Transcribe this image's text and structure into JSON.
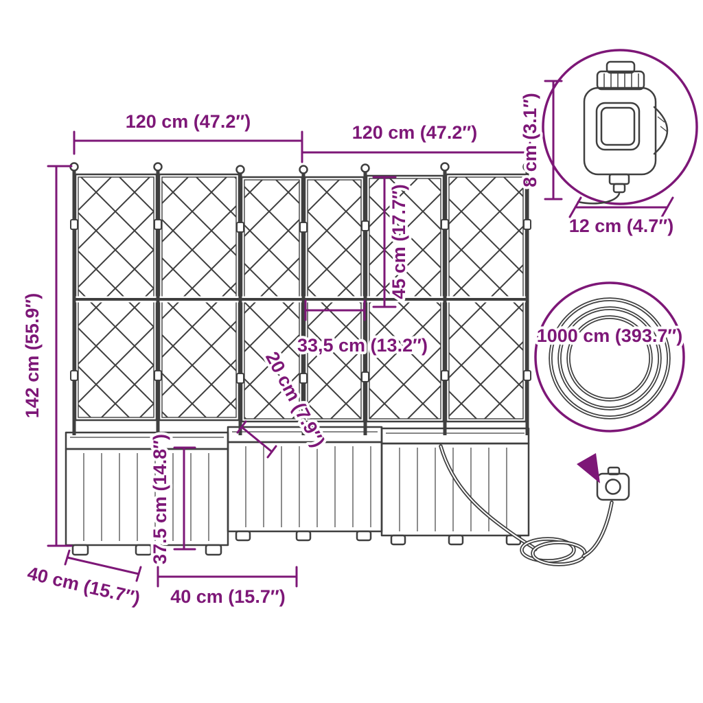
{
  "diagram": {
    "title": "L-shaped garden planter with trellis, watering timer and hose — dimension diagram",
    "dimensions": {
      "top_left_width": "120 cm (47.2″)",
      "top_right_width": "120 cm (47.2″)",
      "total_height": "142 cm (55.9″)",
      "trellis_drop": "45 cm (17.7″)",
      "inner_width": "33,5 cm (13.2″)",
      "depth": "20 cm (7.9″)",
      "planter_height": "37.5 cm (14.8″)",
      "left_depth": "40 cm (15.7″)",
      "front_depth": "40 cm (15.7″)",
      "timer_height": "8 cm (3.1″)",
      "timer_width": "12 cm (4.7″)",
      "hose_length": "1000 cm (393.7″)"
    },
    "colors": {
      "dimension_color": "#7D1777",
      "line_art_color": "#3F3F3F",
      "background": "#FFFFFF"
    },
    "icons": {
      "timer_detail": "water-timer-detail-circle",
      "hose_detail": "hose-coil-detail-circle",
      "pointer": "arrow-pointer-to-timer"
    }
  }
}
